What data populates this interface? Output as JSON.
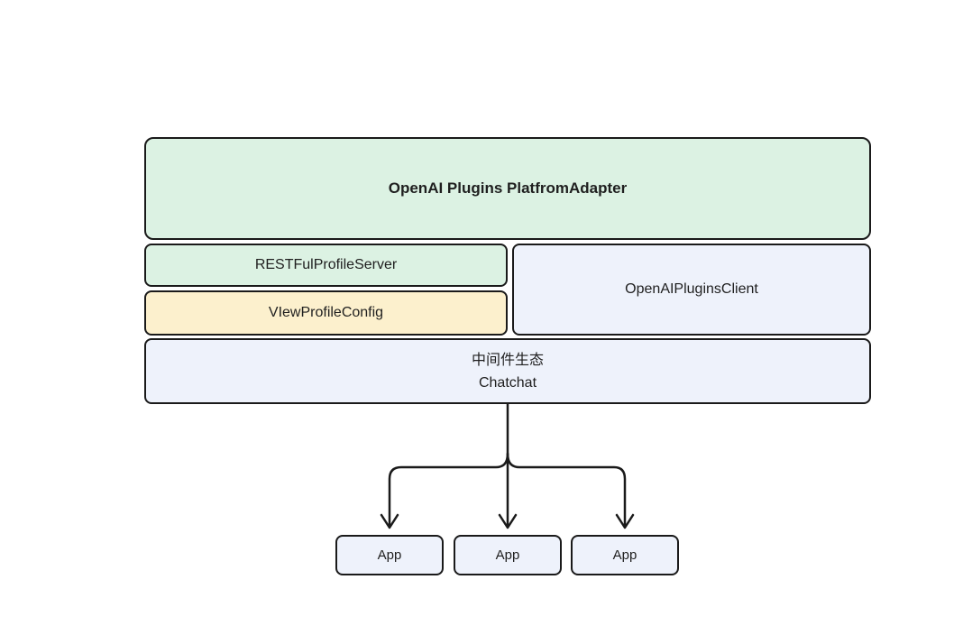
{
  "colors": {
    "background": "#ffffff",
    "border": "#1a1a1a",
    "green_fill": "#dcf2e3",
    "yellow_fill": "#fcf0cd",
    "lavender_fill": "#eef2fb",
    "text": "#1f1f1f"
  },
  "diagram": {
    "adapter": {
      "label": "OpenAI Plugins PlatfromAdapter"
    },
    "rest_server": {
      "label": "RESTFulProfileServer"
    },
    "view_config": {
      "label": "VIewProfileConfig"
    },
    "plugins_client": {
      "label": "OpenAIPluginsClient"
    },
    "middleware": {
      "line1": "中间件生态",
      "line2": "Chatchat"
    },
    "apps": [
      {
        "label": "App"
      },
      {
        "label": "App"
      },
      {
        "label": "App"
      }
    ]
  }
}
